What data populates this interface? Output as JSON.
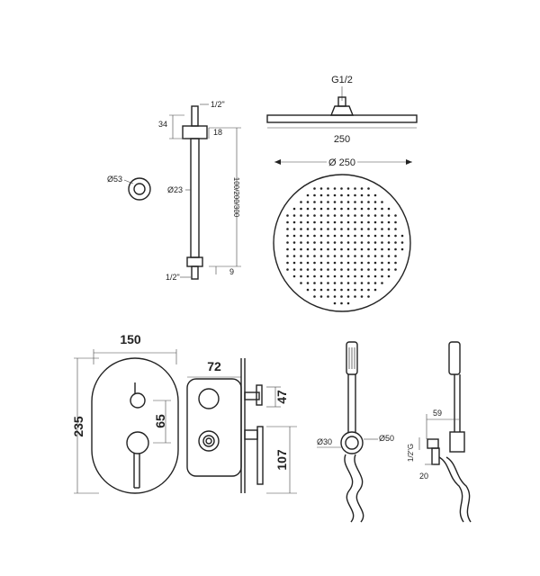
{
  "arm": {
    "thread_top": "1/2\"",
    "dim_34": "34",
    "dim_18": "18",
    "flange_dia": "Ø53",
    "tube_dia": "Ø23",
    "length_options": "100/200/300",
    "thread_bottom": "1/2\"",
    "dim_9": "9"
  },
  "head": {
    "thread": "G1/2",
    "width": "250",
    "diameter": "Ø 250"
  },
  "valve": {
    "width": "150",
    "height": "235",
    "depth": "72",
    "spacing": "65",
    "handle_offset": "47",
    "box_height": "107"
  },
  "handset": {
    "bracket_dia": "Ø30",
    "holder_dia": "Ø50",
    "dim_59": "59",
    "thread": "1/2\"G",
    "dim_20": "20"
  }
}
